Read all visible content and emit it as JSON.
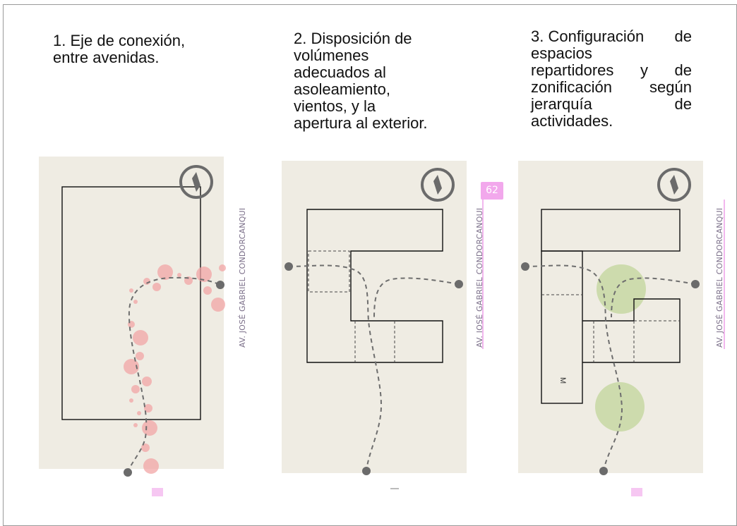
{
  "captions": {
    "step1": [
      "1. Eje de conexión,",
      "entre avenidas."
    ],
    "step2": [
      "2. Disposición de",
      "volúmenes",
      "adecuados al",
      "asoleamiento,",
      "vientos, y la",
      "apertura al exterior."
    ],
    "step3": [
      [
        "3. Configuración",
        "de"
      ],
      [
        "espacios"
      ],
      [
        "repartidores",
        "y",
        "de"
      ],
      [
        "zonificación",
        "según"
      ],
      [
        "jerarquía",
        "de"
      ],
      [
        "actividades."
      ]
    ]
  },
  "street_label": "AV. JOSÉ GABRIEL CONDORCANQUI",
  "page_number": "62",
  "zone_label": "M",
  "icons": [
    "compass-icon"
  ],
  "colors": {
    "panel_bg": "#efece3",
    "plan_line": "#111111",
    "path_line": "#6e6e6e",
    "node": "#6b6b6b",
    "pink_circles": "#f2a6a6",
    "green_circles": "#c9d9a6",
    "accent": "#f2a8ec"
  }
}
